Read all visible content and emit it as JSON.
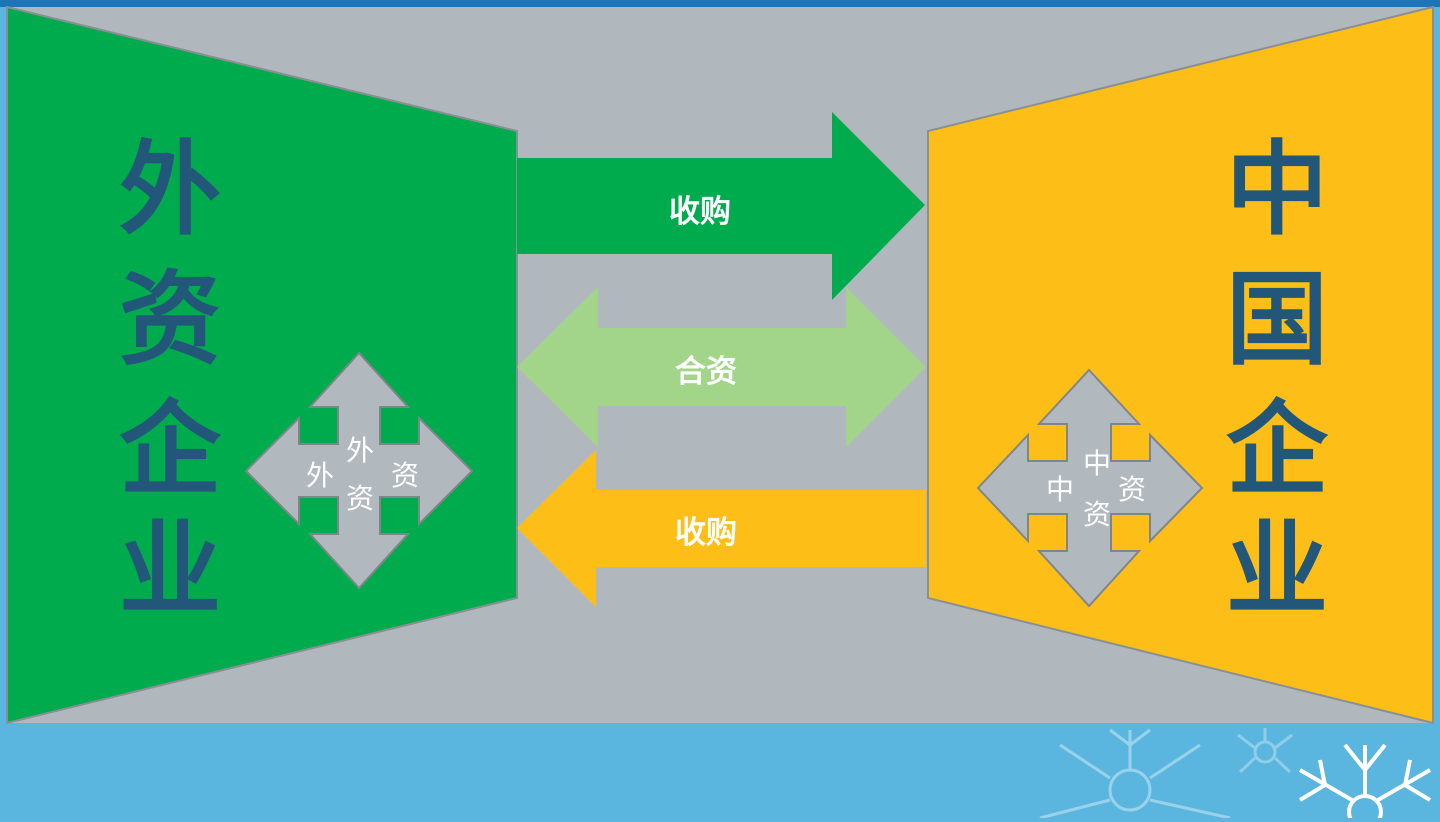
{
  "colors": {
    "page_bg": "#5bb6df",
    "panel_bg": "#b0b8bd",
    "foreign": "#00ab4e",
    "joint": "#a2d58a",
    "chinese": "#fdbf17",
    "title_text": "#22577a",
    "small_arrow": "#b2b9be"
  },
  "left_panel": {
    "chars": [
      "外",
      "资",
      "企",
      "业"
    ],
    "inner": {
      "a": "外",
      "b": "外",
      "c": "资",
      "d": "资"
    }
  },
  "right_panel": {
    "chars": [
      "中",
      "国",
      "企",
      "业"
    ],
    "inner": {
      "a": "中",
      "b": "中",
      "c": "资",
      "d": "资"
    }
  },
  "arrows": {
    "acquire_right": "收购",
    "joint_venture": "合资",
    "acquire_left": "收购"
  },
  "decor": [
    "snowflake-icon",
    "snowflake-icon",
    "snowflake-icon"
  ]
}
